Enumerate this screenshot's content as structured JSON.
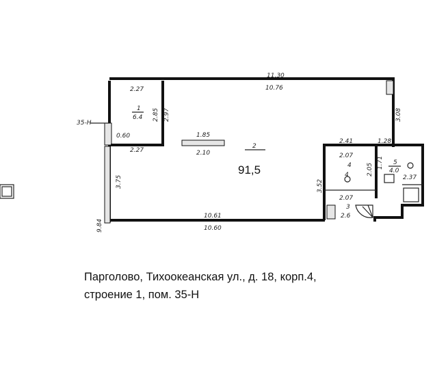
{
  "plan": {
    "room_label": "35-Н",
    "total_area": "91,5",
    "rooms": [
      {
        "number": "1",
        "area": "6.4"
      },
      {
        "number": "2",
        "area": ""
      },
      {
        "number": "4",
        "area": "4"
      },
      {
        "number": "5",
        "area": "4.0"
      },
      {
        "number": "3",
        "area": "2.6"
      }
    ],
    "dimensions": {
      "top_outer": "11.30",
      "top_inner": "10.76",
      "r1_top": "2.27",
      "r1_bottom": "2.27",
      "r1_height": "2.85",
      "r1_height2": "2.97",
      "door_gap": "0.60",
      "beam_top": "1.85",
      "beam_bottom": "2.10",
      "right_wall": "3.08",
      "r4_top": "2.41",
      "r4_width": "2.07",
      "r4_height": "2.05",
      "r5_top": "1.28",
      "r5_height": "1.71",
      "r5_width": "2.37",
      "r3_width": "2.07",
      "side_height": "3.52",
      "left_side": "3.75",
      "left_total": "9.84",
      "bottom_inner": "10.61",
      "bottom_outer": "10.60"
    }
  },
  "caption": {
    "line1": "Парголово, Тихоокеанская ул., д. 18, корп.4,",
    "line2": "строение 1, пом. 35-Н"
  }
}
